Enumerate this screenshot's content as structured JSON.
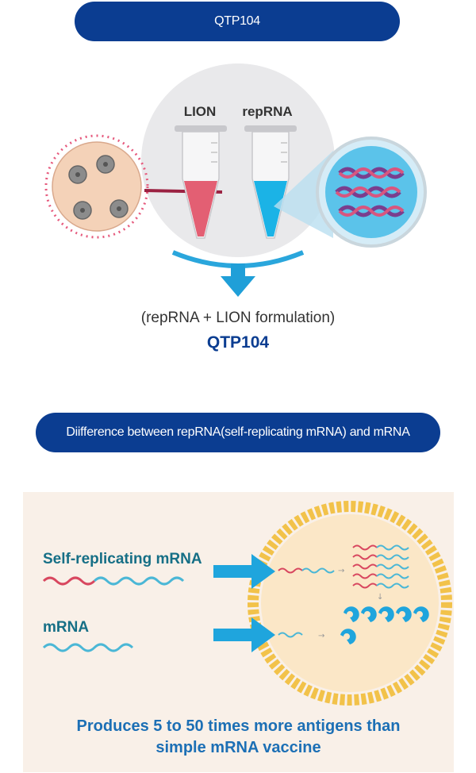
{
  "header": {
    "pill_top": "QTP104"
  },
  "illustration": {
    "tube_left_label": "LION",
    "tube_right_label": "repRNA",
    "colors": {
      "lion_liquid": "#e35f73",
      "reprna_liquid": "#1bb3e6",
      "nanoparticle": "#f4d2b8",
      "arrow": "#1f9fd8"
    }
  },
  "caption": {
    "formulation": "(repRNA + LION formulation)",
    "product": "QTP104"
  },
  "section2": {
    "pill": "Diifference between repRNA(self-replicating mRNA) and mRNA"
  },
  "panel": {
    "label_self": "Self-replicating mRNA",
    "label_mrna": "mRNA",
    "footer_line1": "Produces 5 to 50 times more antigens than",
    "footer_line2": "simple mRNA vaccine",
    "colors": {
      "background": "#f9f0e8",
      "cell_membrane": "#f2c24a",
      "cell_inside": "#fbe7c7",
      "arrow": "#1fa5dd",
      "label": "#166f86",
      "footer": "#1c6fb5"
    }
  }
}
